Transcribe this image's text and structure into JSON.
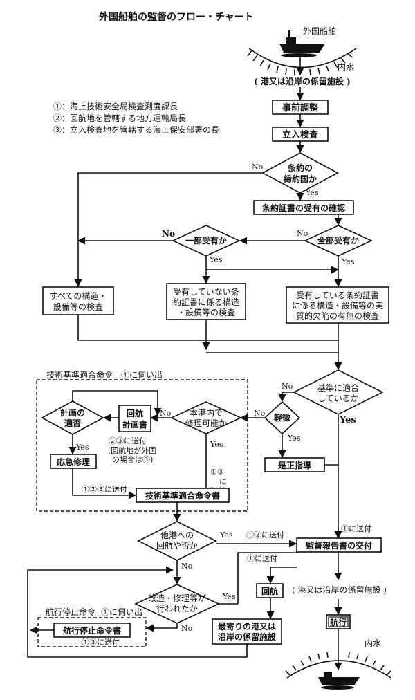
{
  "title": "外国船舶の監督のフロー・チャート",
  "top": {
    "ship_label": "外国船舶",
    "inner_water": "内水",
    "port_facility": "( 港又は沿岸の係留施設 )"
  },
  "legend": [
    "①：海上技術安全局検査測度課長",
    "②：回航地を管轄する地方運輸局長",
    "③：立入検査地を管轄する海上保安部署の長"
  ],
  "nodes": {
    "pre_adjust": "事前調整",
    "inspection": "立入検査",
    "treaty_country_1": "条約の",
    "treaty_country_2": "締約国か",
    "cert_check": "条約証書の受有の確認",
    "all_held": "全部受有か",
    "partial_held": "一部受有か",
    "inspect_all_1": "すべての構造・",
    "inspect_all_2": "設備等の検査",
    "inspect_unheld_1": "受有していない条",
    "inspect_unheld_2": "約証書に係る構造",
    "inspect_unheld_3": "・設備等の検査",
    "inspect_held_1": "受有している条約証書",
    "inspect_held_2": "に係る構造・設備等の実",
    "inspect_held_3": "質的欠陥の有無の検査",
    "meets_std_1": "基準に適合",
    "meets_std_2": "しているか",
    "minor": "軽微",
    "correction": "是正指導",
    "repair_here_1": "本港内で",
    "repair_here_2": "修理可能か",
    "plan_ok_1": "計画の",
    "plan_ok_2": "適否",
    "voyage_plan_1": "回航",
    "voyage_plan_2": "計画書",
    "emergency_repair": "応急修理",
    "tech_order_doc": "技術基準適合命令書",
    "other_port_1": "他港への",
    "other_port_2": "回航や否か",
    "report_delivery": "監督報告書の交付",
    "voyage": "回航",
    "nearest_port_1": "最寄りの港又は",
    "nearest_port_2": "沿岸の係留施設",
    "sail": "航行",
    "fixed_1": "改造・修理等が",
    "fixed_2": "行われたか",
    "suspend_doc": "航行停止命令書"
  },
  "labels": {
    "no": "No",
    "yes": "Yes",
    "no_bold": "No",
    "yes_bold": "Yes",
    "tech_order_title": "技術基準適合命令",
    "ask_1": "①に伺い出",
    "suspend_title": "航行停止命令",
    "send_23_1": "②③に送付",
    "send_23_2": "(回航地が外国",
    "send_23_3": "の場合は③)",
    "send_13_a": "①③",
    "send_13_b": "に",
    "send_13_c": "送付",
    "send_123": "①②③に送付",
    "send_12": "①②に送付",
    "send_1": "①に送付",
    "send_13": "①③に送付",
    "port_facility_bottom": "( 港又は沿岸の係留施設 )",
    "inner_water_bottom": "内水"
  }
}
